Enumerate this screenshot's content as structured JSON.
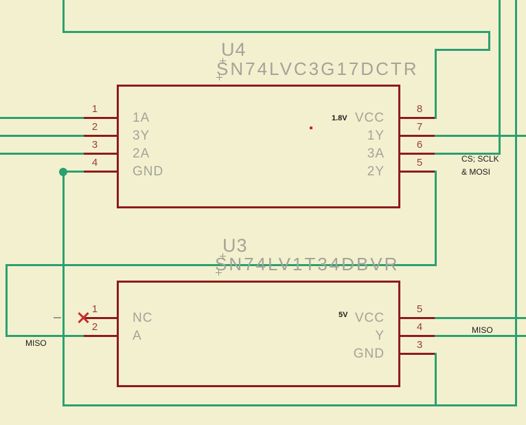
{
  "schematic": {
    "components": {
      "u4": {
        "refdes": "U4",
        "value": "SN74LVC3G17DCTR",
        "pins_left": [
          {
            "number": "1",
            "name": "1A"
          },
          {
            "number": "2",
            "name": "3Y"
          },
          {
            "number": "3",
            "name": "2A"
          },
          {
            "number": "4",
            "name": "GND"
          }
        ],
        "pins_right": [
          {
            "number": "8",
            "name": "VCC"
          },
          {
            "number": "7",
            "name": "1Y"
          },
          {
            "number": "6",
            "name": "3A"
          },
          {
            "number": "5",
            "name": "2Y"
          }
        ]
      },
      "u3": {
        "refdes": "U3",
        "value": "SN74LV1T34DBVR",
        "pins_left": [
          {
            "number": "1",
            "name": "NC"
          },
          {
            "number": "2",
            "name": "A"
          }
        ],
        "pins_right": [
          {
            "number": "5",
            "name": "VCC"
          },
          {
            "number": "4",
            "name": "Y"
          },
          {
            "number": "3",
            "name": "GND"
          }
        ]
      }
    },
    "net_labels": {
      "u4_supply": "1.8V",
      "u3_supply": "5V",
      "cs_sclk": "CS; SCLK",
      "mosi_cont": "& MOSI",
      "miso_left": "MISO",
      "miso_right": "MISO"
    },
    "colors": {
      "background": "#f3f0cf",
      "wire": "#2ba070",
      "symbol": "#8e1b1b",
      "text_gray": "#a3a399",
      "annotation": "#1a1a1a",
      "no_connect": "#c53030"
    }
  }
}
